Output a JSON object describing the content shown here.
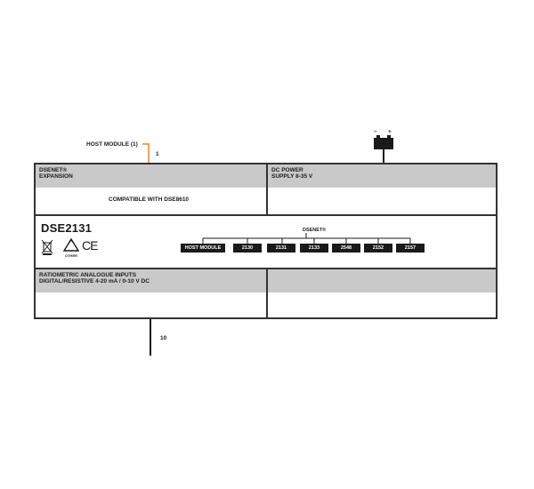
{
  "host_module_label": "HOST MODULE (1)",
  "host_pin": "1",
  "battery": {
    "minus": "−",
    "plus": "+"
  },
  "top_left": {
    "line1": "DSENET® ",
    "line2": "EXPANSION",
    "body": "COMPATIBLE WITH DSE8610"
  },
  "top_right": {
    "line1": "DC POWER",
    "line2": "SUPPLY 8-35 V"
  },
  "model": "DSE2131",
  "dsenet_label": "DSENET®",
  "network": [
    "HOST MODULE",
    "2130",
    "2131",
    "2133",
    "2548",
    "2152",
    "2157"
  ],
  "other_label": "OTHER",
  "ce_mark": "CE",
  "bottom_left": {
    "line1": "RATIOMETRIC ANALOGUE INPUTS",
    "line2": "DIGITAL/RESISTIVE 4-20 mA / 0-10 V DC"
  },
  "bottom_pin": "10",
  "colors": {
    "accent_wire": "#e8822a",
    "header_fill": "#c9c9c9",
    "border": "#333333"
  }
}
